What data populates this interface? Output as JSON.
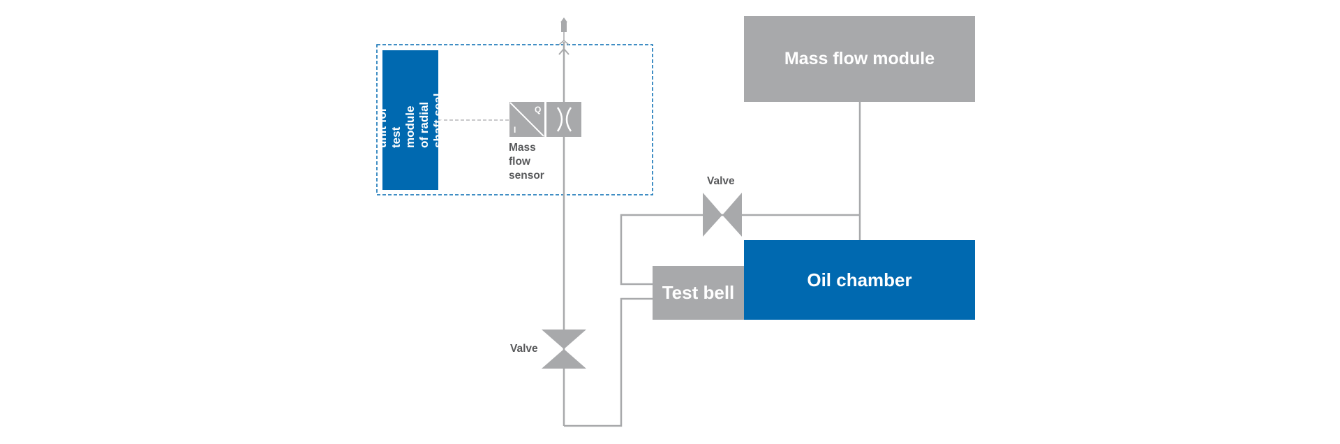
{
  "blocks": {
    "mass_flow_module": "Mass flow module",
    "oil_chamber": "Oil chamber",
    "test_bell": "Test bell",
    "control_unit": "Control unit for\ntest module of radial\nshaft seal ring"
  },
  "labels": {
    "mass_flow_sensor": "Mass\nflow\nsensor",
    "valve_top": "Valve",
    "valve_bottom": "Valve",
    "sensor_symbol_q": "Q",
    "sensor_symbol_i": "I"
  },
  "colors": {
    "blue": "#0069b0",
    "grey_block": "#a8a9ab",
    "pipe": "#a8a9ab",
    "label_text": "#58595b",
    "dashed_outline": "#0069b0"
  },
  "icons": {
    "exhaust": "exhaust-outlet-icon",
    "valve": "valve-icon",
    "sensor": "mass-flow-sensor-icon"
  }
}
